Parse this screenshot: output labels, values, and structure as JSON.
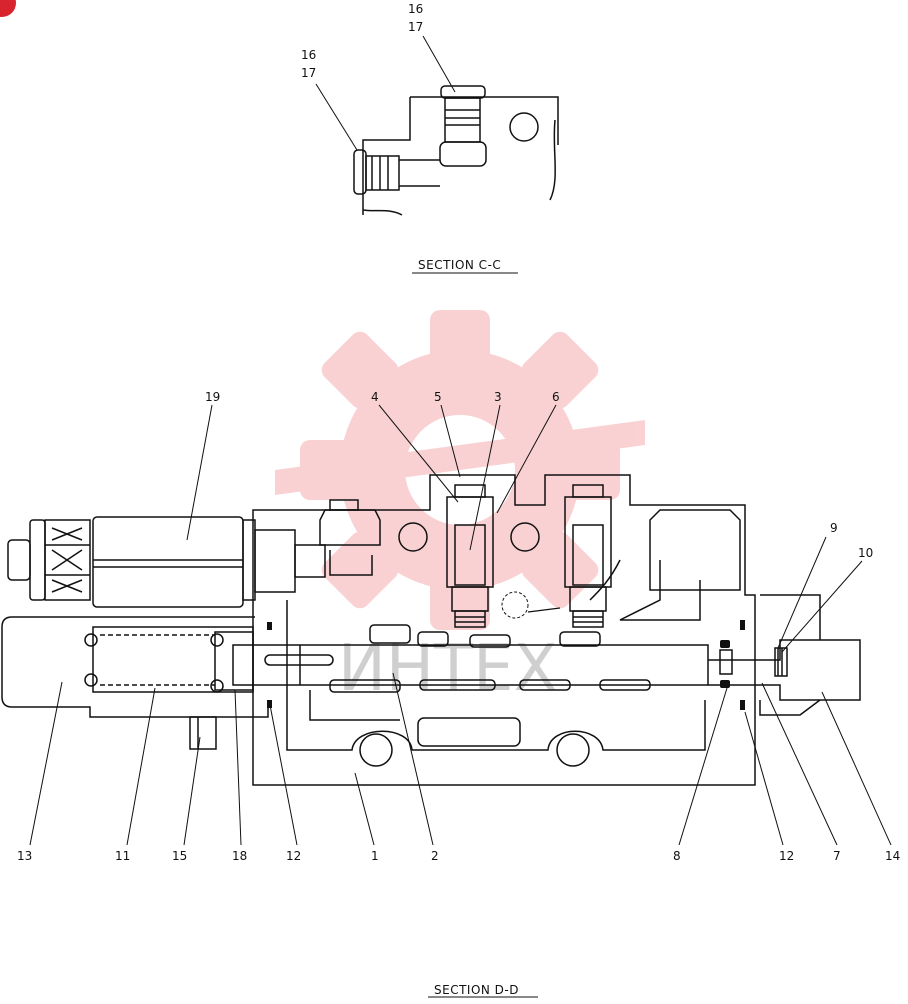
{
  "sections": {
    "c": {
      "title": "SECTION C-C"
    },
    "d": {
      "title": "SECTION D-D"
    }
  },
  "watermark": {
    "text": "ИНТЕХ",
    "color": "#e8333a"
  },
  "corner_badge_color": "#d8242f",
  "callouts_c": {
    "upper": {
      "a": "16",
      "b": "17"
    },
    "left": {
      "a": "16",
      "b": "17"
    }
  },
  "callouts_d": {
    "n19": "19",
    "n4": "4",
    "n5": "5",
    "n3": "3",
    "n6": "6",
    "n9": "9",
    "n10": "10",
    "n13": "13",
    "n11": "11",
    "n15": "15",
    "n18": "18",
    "n12a": "12",
    "n1": "1",
    "n2": "2",
    "n8": "8",
    "n12b": "12",
    "n7": "7",
    "n14": "14"
  }
}
